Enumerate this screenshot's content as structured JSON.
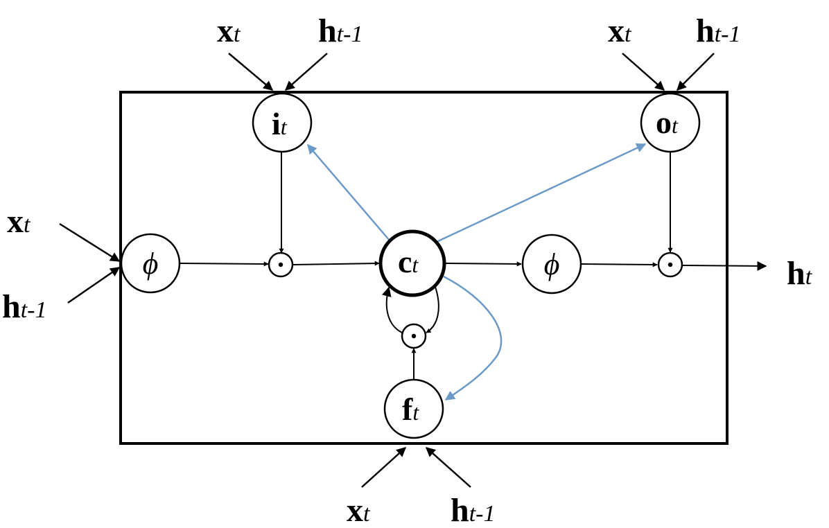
{
  "colors": {
    "line": "#000000",
    "peephole": "#6b9ac8",
    "background": "#ffffff"
  },
  "inputs": {
    "x_base": "x",
    "x_sub": "t",
    "h_base": "h",
    "h_sub": "t-1"
  },
  "nodes": {
    "input_gate": {
      "base": "i",
      "sub": "t"
    },
    "output_gate": {
      "base": "o",
      "sub": "t"
    },
    "forget_gate": {
      "base": "f",
      "sub": "t"
    },
    "cell": {
      "base": "c",
      "sub": "t"
    },
    "input_activation": "ϕ",
    "output_activation": "ϕ",
    "multiply_symbol": "·"
  },
  "output": {
    "base": "h",
    "sub": "t"
  }
}
